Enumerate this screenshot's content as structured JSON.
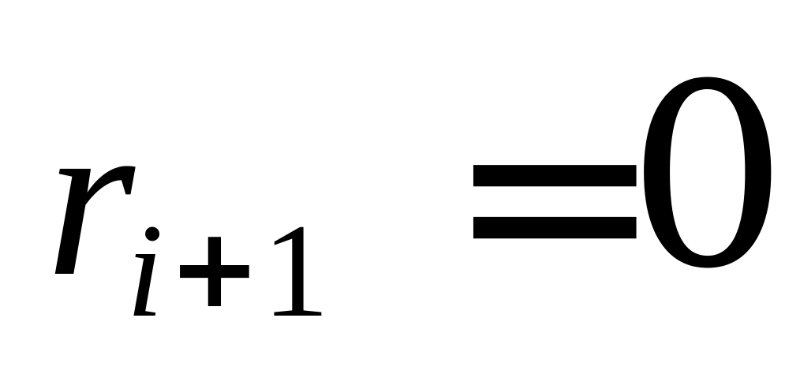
{
  "equation": {
    "variable": "r",
    "subscript": {
      "index": "i",
      "operator": "+",
      "offset": "1"
    },
    "relation": "=",
    "value": "0"
  }
}
